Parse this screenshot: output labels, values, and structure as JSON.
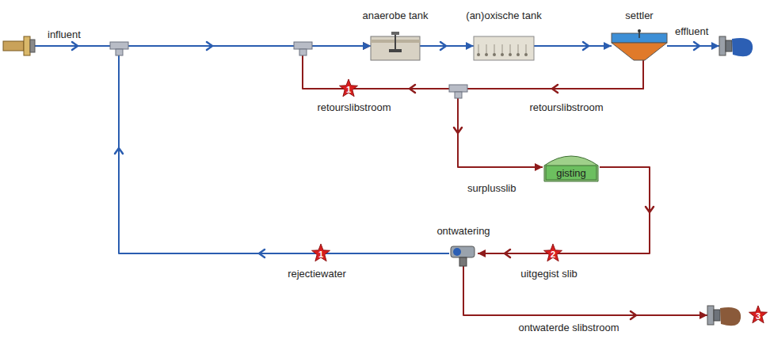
{
  "diagram": {
    "nodes": [
      {
        "text": [
          "influent"
        ]
      },
      {
        "text": [
          "anaerobe tank"
        ]
      },
      {
        "text": [
          "(an)oxische tank"
        ]
      },
      {
        "text": [
          "settler"
        ]
      },
      {
        "text": [
          "effluent"
        ]
      },
      {
        "text": [
          "gisting"
        ]
      },
      {
        "text": [
          "ontwatering"
        ]
      },
      {
        "text": []
      }
    ],
    "edges": [
      {
        "from": 0,
        "to": 1,
        "arrow": "to"
      },
      {
        "from": 1,
        "to": 2,
        "arrow": "to"
      },
      {
        "from": 2,
        "to": 3,
        "arrow": "to"
      },
      {
        "from": 3,
        "to": 4,
        "arrow": "to"
      },
      {
        "from": 3,
        "to": 1,
        "arrow": "to",
        "label": "retourslibstroom"
      },
      {
        "from": 3,
        "to": 5,
        "arrow": "to",
        "label": "surplusslib"
      },
      {
        "from": 5,
        "to": 6,
        "arrow": "to",
        "label": "uitgegist slib"
      },
      {
        "from": 6,
        "to": 1,
        "arrow": "to",
        "label": "rejectiewater"
      },
      {
        "from": 6,
        "to": 7,
        "arrow": "to",
        "label": "ontwaterde slibstroom"
      }
    ],
    "labels": [
      "retourslibstroom",
      "1",
      "1",
      "2",
      "3"
    ]
  }
}
